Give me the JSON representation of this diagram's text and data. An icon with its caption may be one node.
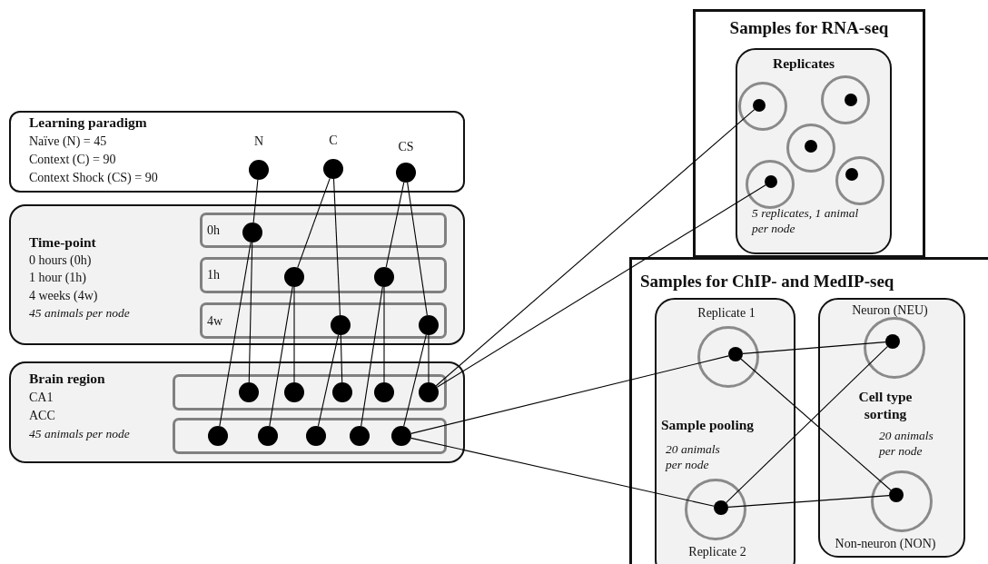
{
  "diagram": {
    "nodes": [
      {
        "text": [
          "Learning paradigm",
          "Naïve (N) = 45",
          "Context (C) = 90",
          "Context Shock (CS) = 90"
        ]
      },
      {
        "text": [],
        "shape": "circle",
        "in": 0,
        "beside": [
          "N"
        ]
      },
      {
        "text": [],
        "shape": "circle",
        "in": 0,
        "beside": [
          "C"
        ]
      },
      {
        "text": [],
        "shape": "circle",
        "in": 0,
        "beside": [
          "CS"
        ]
      },
      {
        "text": [
          "Time-point",
          "0 hours (0h)",
          "1 hour (1h)",
          "4 weeks (4w)",
          "45 animals per node"
        ]
      },
      {
        "text": [
          "0h"
        ],
        "in": 4
      },
      {
        "text": [],
        "shape": "circle",
        "in": 5
      },
      {
        "text": [
          "1h"
        ],
        "in": 4
      },
      {
        "text": [],
        "shape": "circle",
        "in": 7
      },
      {
        "text": [],
        "shape": "circle",
        "in": 7
      },
      {
        "text": [
          "4w"
        ],
        "in": 4
      },
      {
        "text": [],
        "shape": "circle",
        "in": 10
      },
      {
        "text": [],
        "shape": "circle",
        "in": 10
      },
      {
        "text": [
          "Brain region",
          "CA1",
          "ACC",
          "45 animals per node"
        ]
      },
      {
        "text": [],
        "shape": "box",
        "in": 13
      },
      {
        "text": [],
        "shape": "circle",
        "in": 14
      },
      {
        "text": [],
        "shape": "circle",
        "in": 14
      },
      {
        "text": [],
        "shape": "circle",
        "in": 14
      },
      {
        "text": [],
        "shape": "circle",
        "in": 14
      },
      {
        "text": [],
        "shape": "circle",
        "in": 14
      },
      {
        "text": [],
        "shape": "box",
        "in": 13
      },
      {
        "text": [],
        "shape": "circle",
        "in": 20
      },
      {
        "text": [],
        "shape": "circle",
        "in": 20
      },
      {
        "text": [],
        "shape": "circle",
        "in": 20
      },
      {
        "text": [],
        "shape": "circle",
        "in": 20
      },
      {
        "text": [],
        "shape": "circle",
        "in": 20
      },
      {
        "text": [
          "Samples for RNA-seq"
        ]
      },
      {
        "text": [
          "Replicates",
          "5 replicates, 1 animal per node"
        ],
        "in": 26
      },
      {
        "text": [],
        "shape": "circle",
        "in": 27
      },
      {
        "text": [],
        "shape": "circle",
        "in": 27
      },
      {
        "text": [],
        "shape": "circle",
        "in": 27
      },
      {
        "text": [],
        "shape": "circle",
        "in": 27
      },
      {
        "text": [],
        "shape": "circle",
        "in": 27
      },
      {
        "text": [
          "Samples for ChIP- and MedIP-seq"
        ]
      },
      {
        "text": [
          "Sample pooling",
          "20 animals per node"
        ],
        "in": 33
      },
      {
        "text": [],
        "shape": "circle",
        "in": 34,
        "beside": [
          "Replicate 1"
        ]
      },
      {
        "text": [],
        "shape": "circle",
        "in": 34,
        "beside": [
          "Replicate 2"
        ]
      },
      {
        "text": [
          "Cell type sorting",
          "20 animals per node"
        ],
        "in": 33
      },
      {
        "text": [],
        "shape": "circle",
        "in": 37,
        "beside": [
          "Neuron (NEU)"
        ]
      },
      {
        "text": [],
        "shape": "circle",
        "in": 37,
        "beside": [
          "Non-neuron (NON)"
        ]
      }
    ],
    "edges": [
      {
        "from": 1,
        "to": 6,
        "arrow": "none"
      },
      {
        "from": 2,
        "to": 8,
        "arrow": "none"
      },
      {
        "from": 2,
        "to": 11,
        "arrow": "none"
      },
      {
        "from": 3,
        "to": 9,
        "arrow": "none"
      },
      {
        "from": 3,
        "to": 12,
        "arrow": "none"
      },
      {
        "from": 6,
        "to": 15,
        "arrow": "none"
      },
      {
        "from": 6,
        "to": 21,
        "arrow": "none"
      },
      {
        "from": 8,
        "to": 16,
        "arrow": "none"
      },
      {
        "from": 8,
        "to": 22,
        "arrow": "none"
      },
      {
        "from": 11,
        "to": 17,
        "arrow": "none"
      },
      {
        "from": 11,
        "to": 23,
        "arrow": "none"
      },
      {
        "from": 9,
        "to": 18,
        "arrow": "none"
      },
      {
        "from": 9,
        "to": 24,
        "arrow": "none"
      },
      {
        "from": 12,
        "to": 19,
        "arrow": "none"
      },
      {
        "from": 12,
        "to": 25,
        "arrow": "none"
      },
      {
        "from": 19,
        "to": 28,
        "arrow": "none"
      },
      {
        "from": 19,
        "to": 31,
        "arrow": "none"
      },
      {
        "from": 25,
        "to": 35,
        "arrow": "none"
      },
      {
        "from": 25,
        "to": 36,
        "arrow": "none"
      },
      {
        "from": 35,
        "to": 38,
        "arrow": "none"
      },
      {
        "from": 35,
        "to": 39,
        "arrow": "none"
      },
      {
        "from": 36,
        "to": 38,
        "arrow": "none"
      },
      {
        "from": 36,
        "to": 39,
        "arrow": "none"
      }
    ]
  }
}
